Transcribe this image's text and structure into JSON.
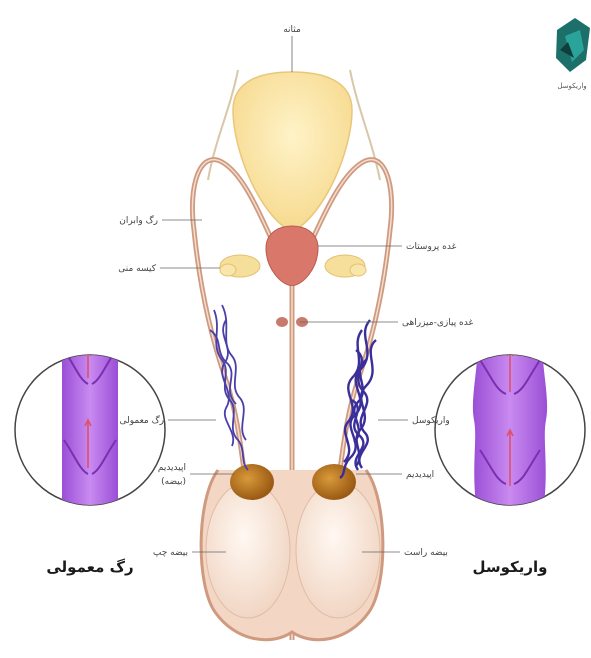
{
  "labels": {
    "bladder": "مثانه",
    "vas_deferens": "رگ وابران",
    "seminal_vesicle": "کیسه منی",
    "prostate": "غده پروستات",
    "bulbourethral": "غده پیازی-میزراهی",
    "normal_vein": "رگ معمولی",
    "varicocele_vein": "واریکوسل",
    "epididymis_left_line1": "اپیدیدیم",
    "epididymis_left_line2": "(بیضه)",
    "epididymis_right": "اپیدیدیم",
    "testis_left": "بیضه چپ",
    "testis_right": "بیضه راست"
  },
  "captions": {
    "left": "رگ معمولی",
    "right": "واریکوسل"
  },
  "logo": {
    "text": "واریکوسل",
    "icon": "brand-logo-icon"
  },
  "colors": {
    "bladder": "#fbe3a6",
    "prostate": "#d9786a",
    "vessel_outline": "#cf9a7f",
    "vein_purple": "#b86fe6",
    "varicocele_blue": "#3a2f9a",
    "testis": "#fbeee4",
    "epididymis": "#b7751f",
    "valve_red": "#e0506a"
  }
}
